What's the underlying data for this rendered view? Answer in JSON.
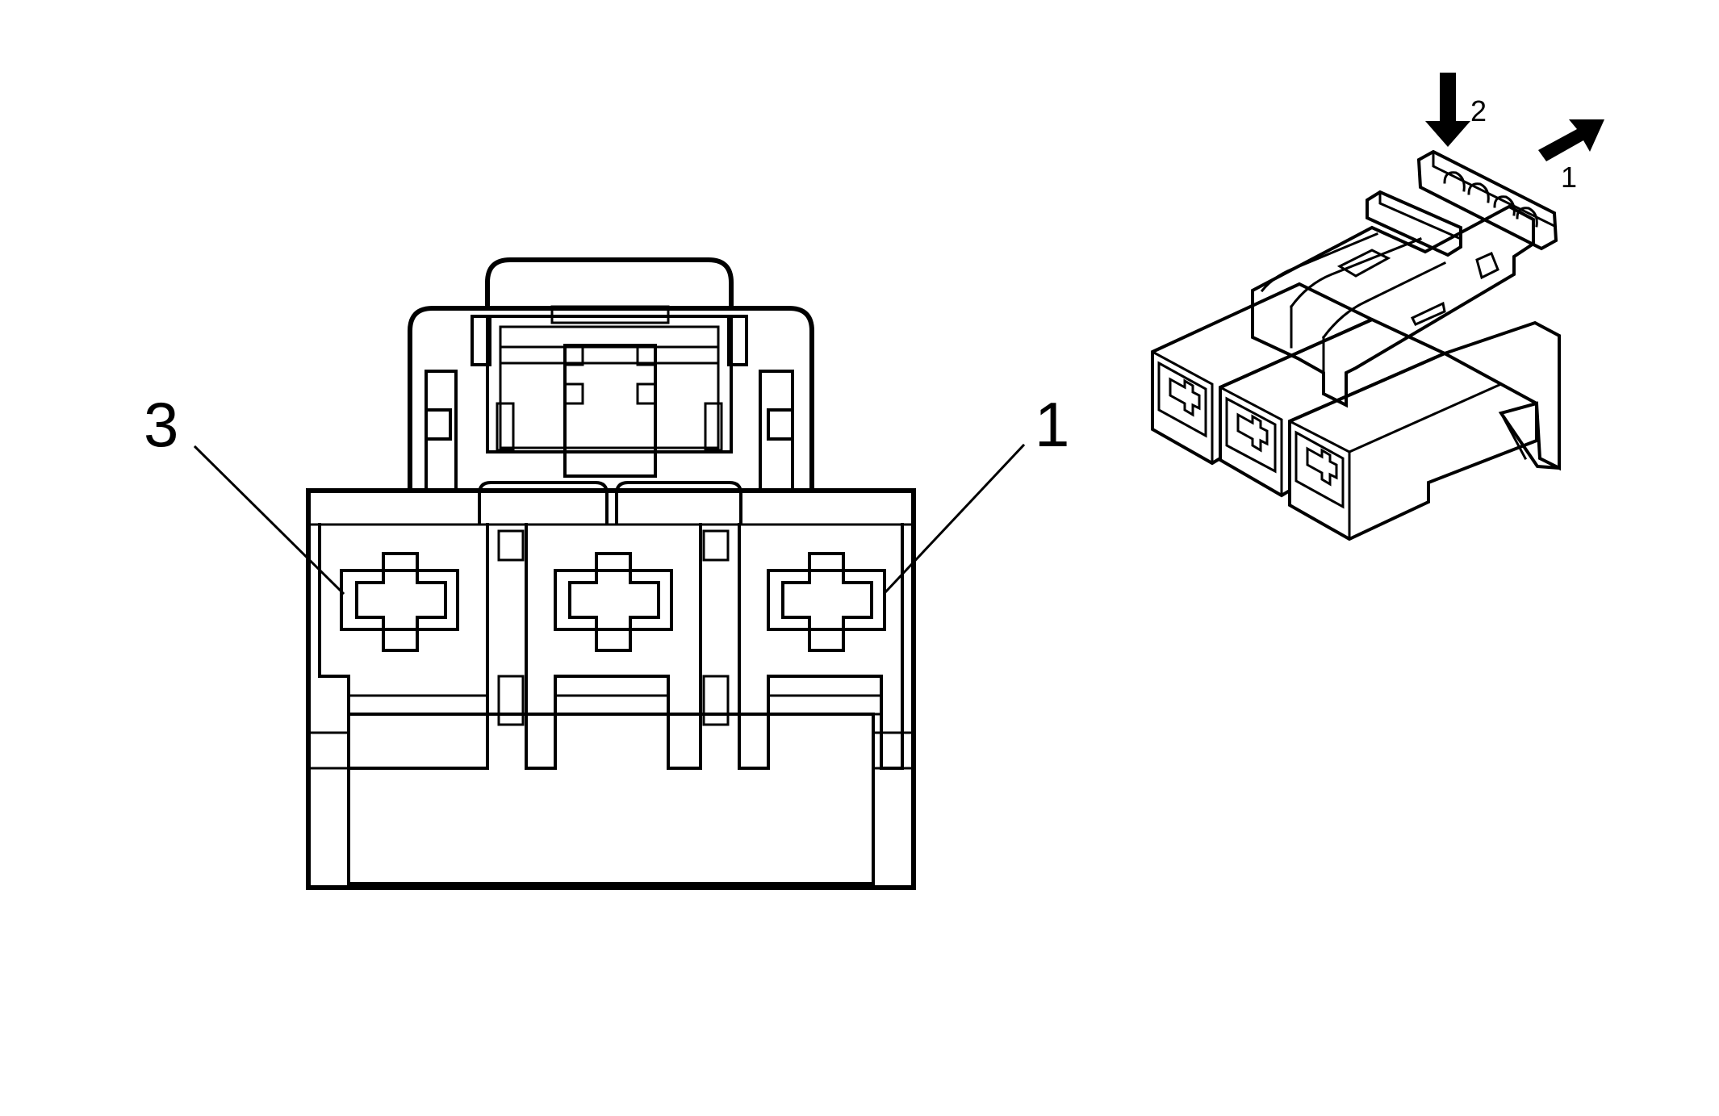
{
  "front_view": {
    "pin_labels": {
      "left": "3",
      "right": "1"
    }
  },
  "iso_view": {
    "step_labels": {
      "press": "2",
      "pull": "1"
    }
  },
  "colors": {
    "line": "#000000",
    "fill": "#ffffff"
  }
}
